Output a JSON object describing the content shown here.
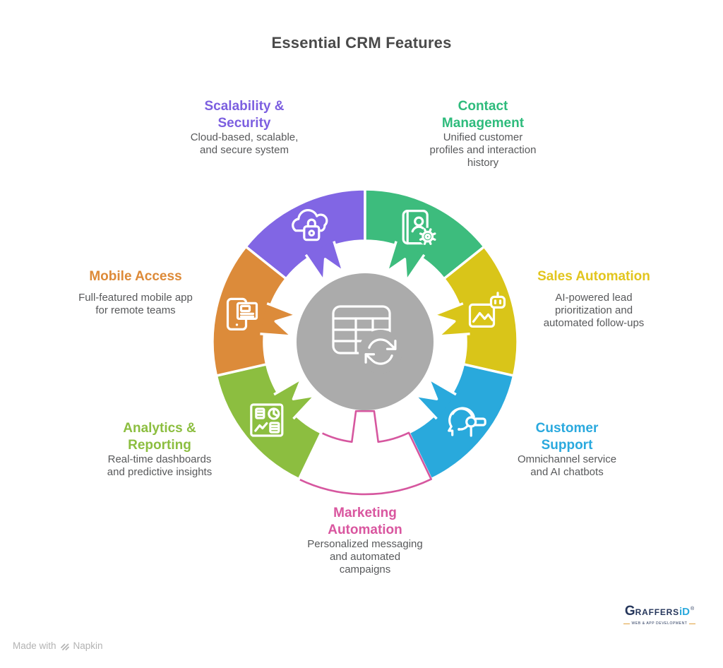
{
  "title": "Essential CRM Features",
  "diagram": {
    "hub": {
      "icon": "table-sync-icon",
      "color": "#ABABAB"
    },
    "segments": [
      {
        "id": "scalability-security",
        "label": "Scalability & Security",
        "label_lines": [
          "Scalability &",
          "Security"
        ],
        "desc": "Cloud-based, scalable, and secure system",
        "desc_lines": [
          "Cloud-based, scalable,",
          "and secure system"
        ],
        "color": "#8166E4",
        "text_color": "#7C5FE0",
        "style": "filled",
        "icon": "cloud-lock-icon",
        "start": 308.57,
        "end": 360
      },
      {
        "id": "contact-management",
        "label": "Contact Management",
        "label_lines": [
          "Contact",
          "Management"
        ],
        "desc": "Unified customer profiles and interaction history",
        "desc_lines": [
          "Unified customer",
          "profiles and interaction",
          "history"
        ],
        "color": "#3DBC7D",
        "text_color": "#2EBB7C",
        "style": "filled",
        "icon": "contact-book-gear-icon",
        "start": 0,
        "end": 51.43
      },
      {
        "id": "sales-automation",
        "label": "Sales Automation",
        "label_lines": [
          "Sales Automation"
        ],
        "desc": "AI-powered lead prioritization and automated follow-ups",
        "desc_lines": [
          "AI-powered lead",
          "prioritization and",
          "automated follow-ups"
        ],
        "color": "#D9C519",
        "text_color": "#E2C51E",
        "style": "filled",
        "icon": "image-robot-icon",
        "start": 51.43,
        "end": 102.86
      },
      {
        "id": "customer-support",
        "label": "Customer Support",
        "label_lines": [
          "Customer",
          "Support"
        ],
        "desc": "Omnichannel service and AI chatbots",
        "desc_lines": [
          "Omnichannel service",
          "and AI chatbots"
        ],
        "color": "#29A9DC",
        "text_color": "#2AA9DE",
        "style": "filled",
        "icon": "headset-icon",
        "start": 102.86,
        "end": 154.29
      },
      {
        "id": "marketing-automation",
        "label": "Marketing Automation",
        "label_lines": [
          "Marketing",
          "Automation"
        ],
        "desc": "Personalized messaging and automated campaigns",
        "desc_lines": [
          "Personalized messaging",
          "and automated",
          "campaigns"
        ],
        "color": "#D6579F",
        "text_color": "#D9569F",
        "style": "outline",
        "icon": null,
        "start": 154.29,
        "end": 205.71
      },
      {
        "id": "analytics-reporting",
        "label": "Analytics & Reporting",
        "label_lines": [
          "Analytics &",
          "Reporting"
        ],
        "desc": "Real-time dashboards and predictive insights",
        "desc_lines": [
          "Real-time dashboards",
          "and predictive insights"
        ],
        "color": "#8CBE40",
        "text_color": "#8CBE40",
        "style": "filled",
        "icon": "analytics-doc-icon",
        "start": 205.71,
        "end": 257.14
      },
      {
        "id": "mobile-access",
        "label": "Mobile Access",
        "label_lines": [
          "Mobile Access"
        ],
        "desc": "Full-featured mobile app for remote teams",
        "desc_lines": [
          "Full-featured mobile app",
          "for remote teams"
        ],
        "color": "#DC8B3A",
        "text_color": "#DD8A38",
        "style": "filled",
        "icon": "mobile-doc-icon",
        "start": 257.14,
        "end": 308.57
      }
    ]
  },
  "footer": {
    "made_with": "Made with",
    "brand": "Napkin",
    "glyph": "napkin-logo-icon"
  },
  "logo": {
    "g": "G",
    "rest": "RAFFERS",
    "id_part": "iD",
    "reg": "®",
    "tagline": "WEB & APP DEVELOPMENT",
    "navy": "#25365B",
    "teal": "#2BA9DC"
  }
}
